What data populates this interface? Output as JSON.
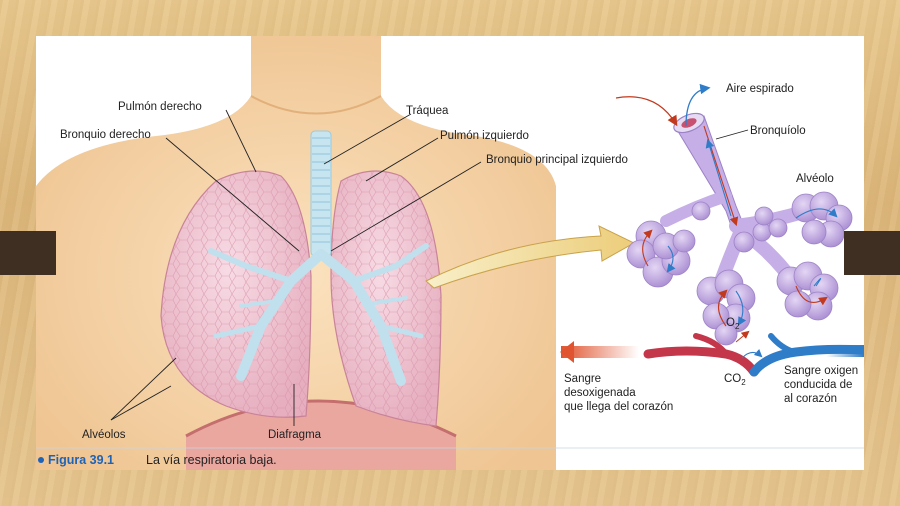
{
  "labels": {
    "right_lung": "Pulmón derecho",
    "right_bronchus": "Bronquio derecho",
    "trachea": "Tráquea",
    "left_lung": "Pulmón izquierdo",
    "left_main_bronchus": "Bronquio principal izquierdo",
    "alveoli": "Alvéolos",
    "diaphragm": "Diafragma",
    "exhaled_air": "Aire espirado",
    "bronchiole": "Bronquíolo",
    "alveolus": "Alvéolo",
    "o2_base": "O",
    "o2_sub": "2",
    "co2_base": "CO",
    "co2_sub": "2",
    "deoxy_blood_line1": "Sangre",
    "deoxy_blood_line2": "desoxigenada",
    "deoxy_blood_line3": "que llega del corazón",
    "oxy_blood_line1": "Sangre oxigen",
    "oxy_blood_line2": "conducida de",
    "oxy_blood_line3": "al corazón"
  },
  "caption": {
    "number": "Figura 39.1",
    "text": "La vía respiratoria baja."
  },
  "colors": {
    "background": "#dcb77c",
    "slide": "#ffffff",
    "side_tabs": "#3e2f22",
    "skin": "#f6d6ab",
    "lung": "#f1c6d3",
    "airway": "#bfe0ec",
    "alveoli_cluster": "#c9b4e4",
    "artery_red": "#c4364a",
    "vein_blue": "#2f7cc8",
    "caption_accent": "#1e63b5"
  }
}
